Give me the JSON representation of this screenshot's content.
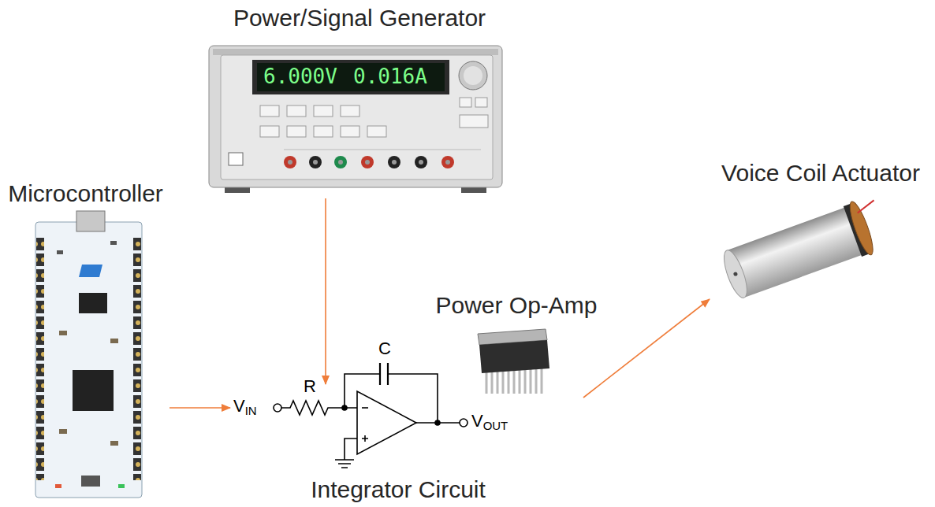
{
  "diagram": {
    "nodes": [
      {
        "text": [
          "Power/Signal Generator"
        ]
      },
      {
        "text": [
          "Microcontroller"
        ]
      },
      {
        "text": [
          "Integrator Circuit"
        ]
      },
      {
        "text": [
          "Power Op-Amp"
        ]
      },
      {
        "text": [
          "Voice Coil Actuator"
        ]
      }
    ],
    "edges": [
      {
        "from": 0,
        "to": 2,
        "arrow": "to"
      },
      {
        "from": 1,
        "to": 2,
        "arrow": "to"
      },
      {
        "from": 3,
        "to": 4,
        "arrow": "to"
      }
    ],
    "labels": [
      "6.000V",
      "0.016A",
      "C",
      "R",
      "VIN",
      "VOUT"
    ]
  }
}
